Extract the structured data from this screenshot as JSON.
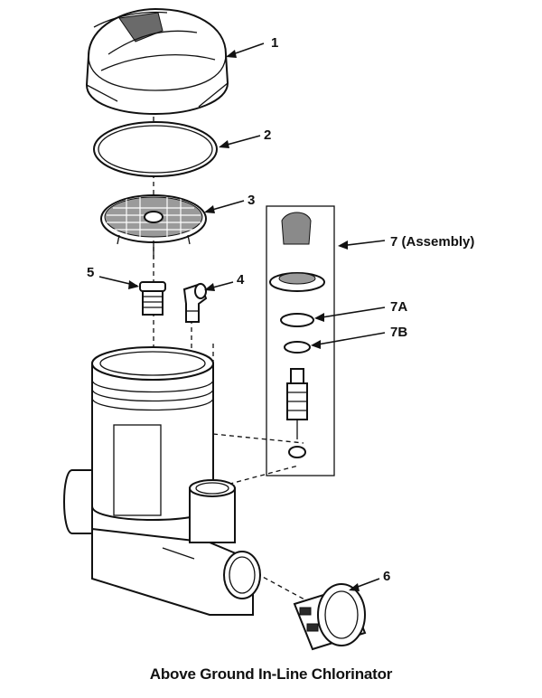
{
  "callouts": {
    "c1": "1",
    "c2": "2",
    "c3": "3",
    "c4": "4",
    "c5": "5",
    "c6": "6",
    "c7": "7 (Assembly)",
    "c7a": "7A",
    "c7b": "7B"
  },
  "caption": "Above Ground In-Line Chlorinator",
  "chart_data": {
    "type": "diagram",
    "parts": [
      {
        "label": "1",
        "shape": "lid / cap"
      },
      {
        "label": "2",
        "shape": "o-ring"
      },
      {
        "label": "3",
        "shape": "tablet grid plate"
      },
      {
        "label": "4",
        "shape": "elbow fitting"
      },
      {
        "label": "5",
        "shape": "threaded fitting"
      },
      {
        "label": "6",
        "shape": "union nut"
      },
      {
        "label": "7 (Assembly)",
        "shape": "control valve assembly"
      },
      {
        "label": "7A",
        "shape": "o-ring"
      },
      {
        "label": "7B",
        "shape": "seal"
      }
    ]
  }
}
